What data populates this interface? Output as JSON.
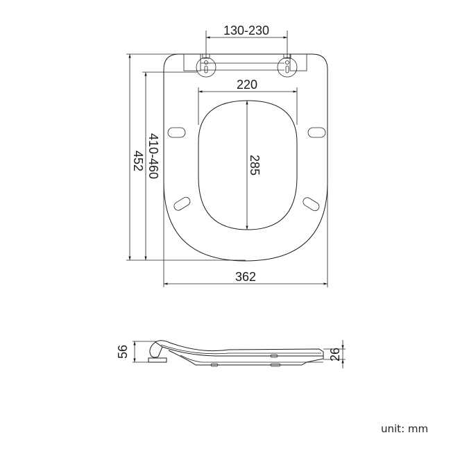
{
  "drawing": {
    "top_view": {
      "dimensions": {
        "hinge_spacing": "130-230",
        "opening_width": "220",
        "opening_length": "285",
        "fixing_length": "410-460",
        "overall_length": "452",
        "overall_width": "362"
      }
    },
    "side_view": {
      "dimensions": {
        "hinge_height": "56",
        "seat_thickness": "26"
      }
    },
    "unit_label": "unit: mm"
  }
}
